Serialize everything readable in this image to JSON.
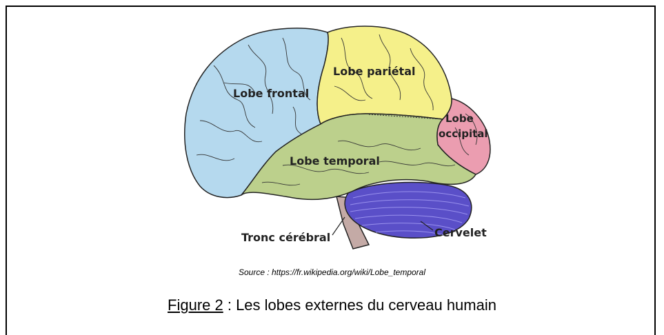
{
  "diagram": {
    "labels": {
      "frontal": "Lobe frontal",
      "parietal": "Lobe pariétal",
      "occipital_line1": "Lobe",
      "occipital_line2": "occipital",
      "temporal": "Lobe temporal",
      "brainstem": "Tronc cérébral",
      "cerebellum": "Cervelet"
    },
    "colors": {
      "frontal": "#b5d9ee",
      "parietal": "#f5f08a",
      "occipital": "#eb9db0",
      "temporal": "#bcd08c",
      "cerebellum": "#5a4fc8",
      "brainstem": "#c4aaa6",
      "outline": "#222222"
    }
  },
  "source": "Source : https://fr.wikipedia.org/wiki/Lobe_temporal",
  "caption": {
    "figure_number": "Figure 2",
    "text": " : Les lobes externes du cerveau humain"
  }
}
